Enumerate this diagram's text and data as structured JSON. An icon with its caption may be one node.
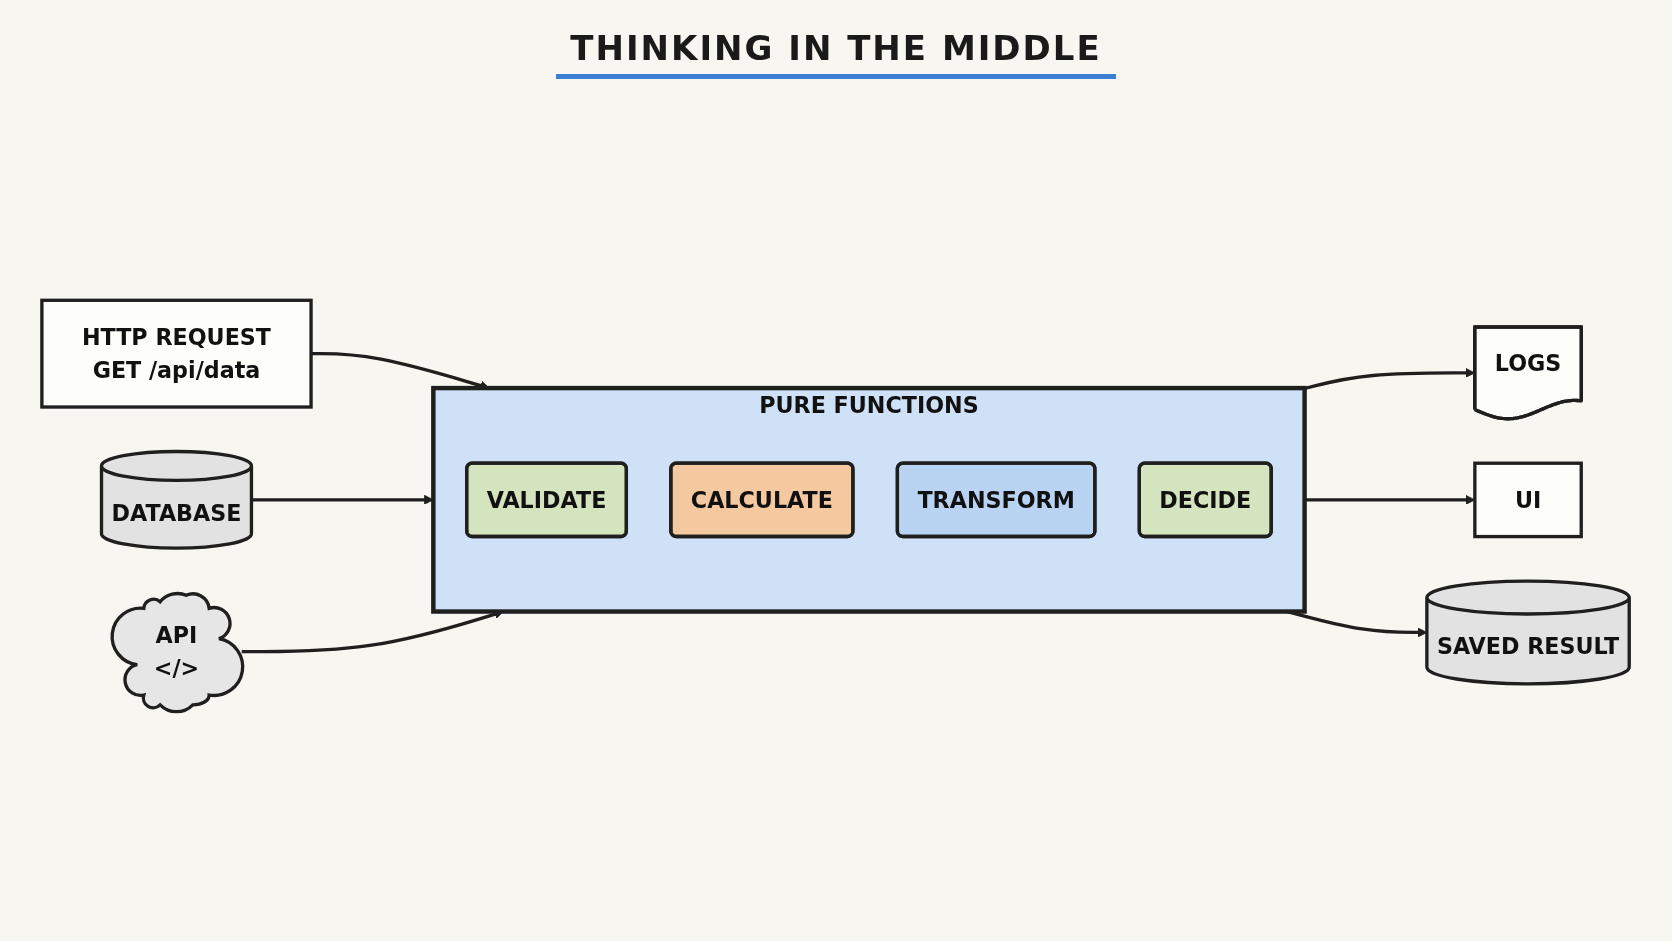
{
  "diagram": {
    "title": "THINKING IN THE MIDDLE",
    "nodes": [
      {
        "text": [
          "HTTP REQUEST",
          "GET /api/data"
        ]
      },
      {
        "text": [
          "DATABASE"
        ]
      },
      {
        "text": [
          "API",
          "</>"
        ]
      },
      {
        "text": [
          "PURE FUNCTIONS"
        ]
      },
      {
        "text": [
          "VALIDATE"
        ],
        "in": 3
      },
      {
        "text": [
          "CALCULATE"
        ],
        "in": 3
      },
      {
        "text": [
          "TRANSFORM"
        ],
        "in": 3
      },
      {
        "text": [
          "DECIDE"
        ],
        "in": 3
      },
      {
        "text": [
          "LOGS"
        ]
      },
      {
        "text": [
          "UI"
        ]
      },
      {
        "text": [
          "SAVED RESULT"
        ]
      }
    ],
    "edges": [
      {
        "from": 0,
        "to": 3,
        "arrow": "to"
      },
      {
        "from": 1,
        "to": 3,
        "arrow": "to"
      },
      {
        "from": 2,
        "to": 3,
        "arrow": "to"
      },
      {
        "from": 3,
        "to": 8,
        "arrow": "to"
      },
      {
        "from": 3,
        "to": 9,
        "arrow": "to"
      },
      {
        "from": 3,
        "to": 10,
        "arrow": "to"
      }
    ]
  }
}
